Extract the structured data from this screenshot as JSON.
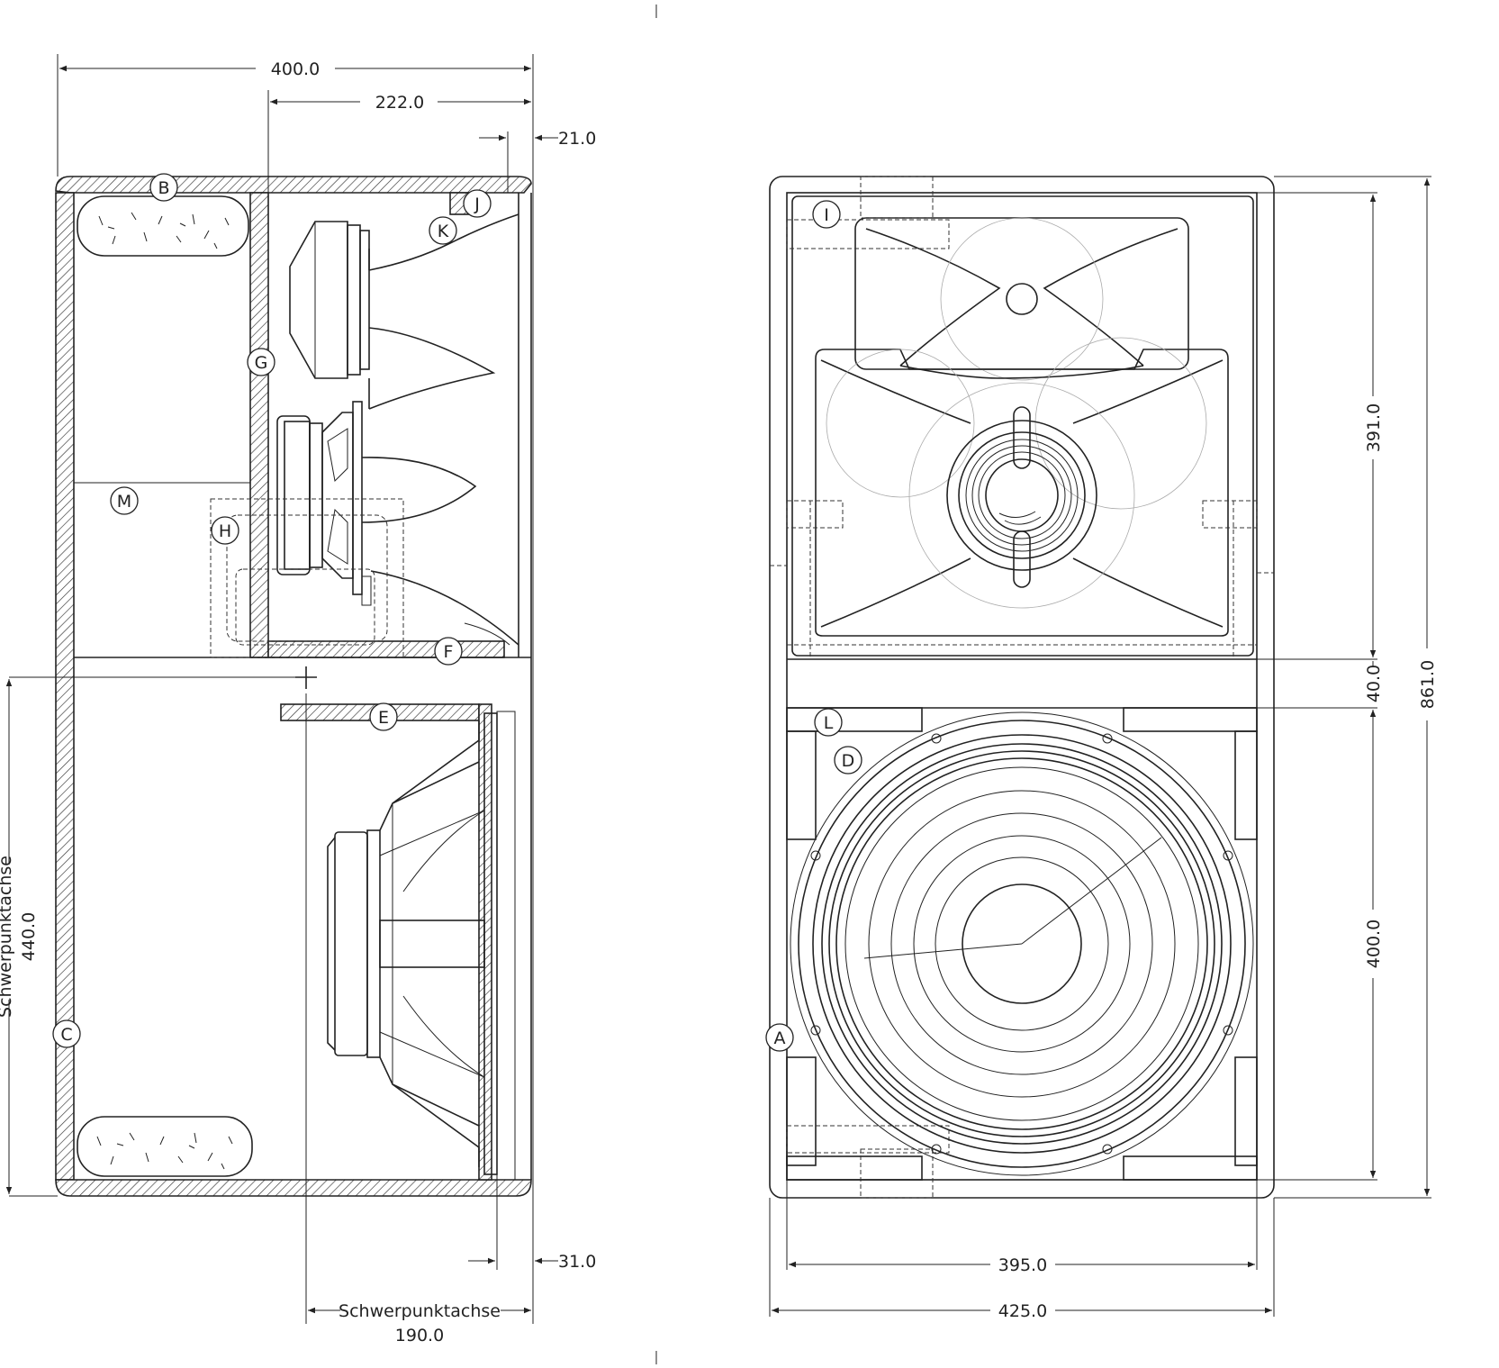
{
  "dimensions": {
    "side_total_width": "400.0",
    "side_rear_width": "222.0",
    "top_front_offset": "21.0",
    "bottom_front_offset": "31.0",
    "center_of_gravity_height": "440.0",
    "center_of_gravity_depth": "190.0",
    "front_inner_width": "395.0",
    "front_outer_width": "425.0",
    "upper_section_height": "391.0",
    "divider_height": "40.0",
    "lower_section_height": "400.0",
    "total_height": "861.0"
  },
  "labels": {
    "center_axis_horizontal": "Schwerpunktachse",
    "center_axis_vertical": "Schwerpunktachse"
  },
  "callouts": {
    "A": "A",
    "B": "B",
    "C": "C",
    "D": "D",
    "E": "E",
    "F": "F",
    "G": "G",
    "H": "H",
    "I": "I",
    "J": "J",
    "K": "K",
    "L": "L",
    "M": "M"
  }
}
